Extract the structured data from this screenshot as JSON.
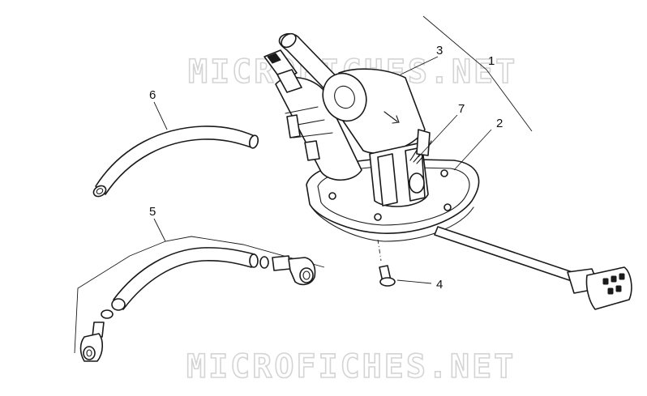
{
  "watermark": {
    "top_text": "MICROFICHES.NET",
    "bottom_text": "MICROFICHES.NET"
  },
  "callouts": [
    {
      "id": "1",
      "label": "1"
    },
    {
      "id": "2",
      "label": "2"
    },
    {
      "id": "3",
      "label": "3"
    },
    {
      "id": "4",
      "label": "4"
    },
    {
      "id": "5",
      "label": "5"
    },
    {
      "id": "6",
      "label": "6"
    },
    {
      "id": "7",
      "label": "7"
    }
  ],
  "colors": {
    "line": "#1a1a1a",
    "watermark": "#d4d4d4",
    "background": "#ffffff"
  }
}
